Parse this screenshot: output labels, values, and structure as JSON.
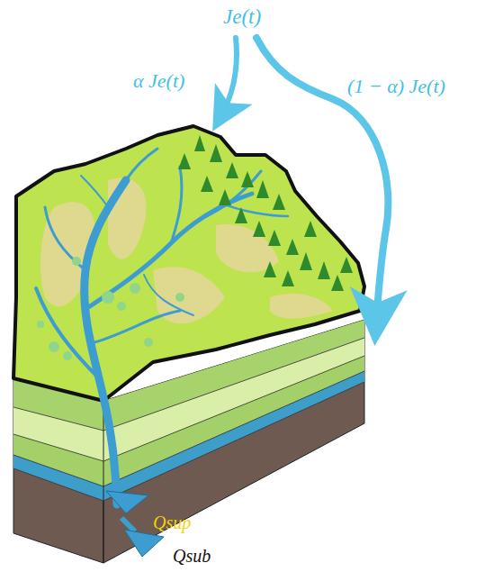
{
  "diagram": {
    "labels": [
      "Je(t)",
      "α Je(t)",
      "(1 − α) Je(t)",
      "Qsup",
      "Qsub"
    ]
  }
}
